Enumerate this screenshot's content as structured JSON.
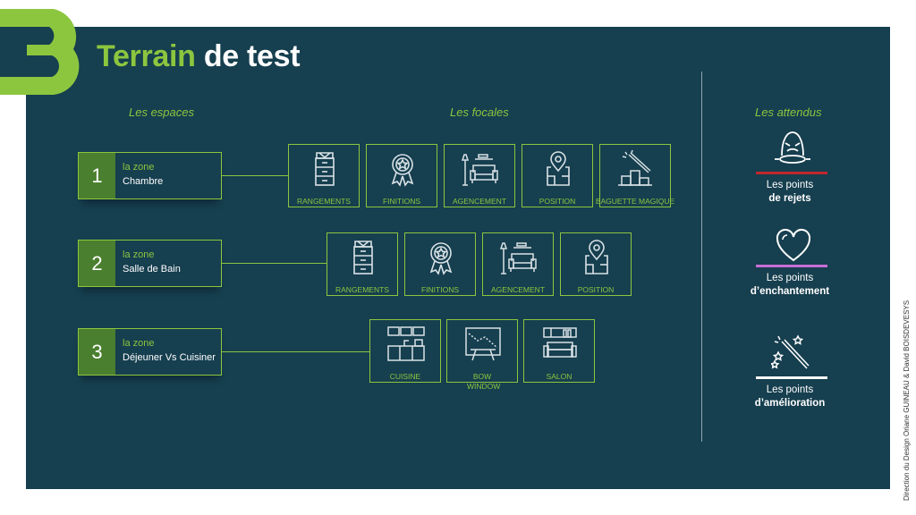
{
  "title": {
    "part1": "Terrain",
    "part2": "de test"
  },
  "headers": {
    "espaces": "Les espaces",
    "focales": "Les focales",
    "attendus": "Les attendus"
  },
  "zones": [
    {
      "number": "1",
      "label": "la zone",
      "name": "Chambre"
    },
    {
      "number": "2",
      "label": "la zone",
      "name": "Salle de Bain"
    },
    {
      "number": "3",
      "label": "la zone",
      "name": "Déjeuner Vs Cuisiner"
    }
  ],
  "focales": {
    "row1": [
      {
        "label": "RANGEMENTS",
        "icon": "wardrobe-icon"
      },
      {
        "label": "FINITIONS",
        "icon": "award-icon"
      },
      {
        "label": "AGENCEMENT",
        "icon": "sofa-lamp-icon"
      },
      {
        "label": "POSITION",
        "icon": "location-plan-icon"
      },
      {
        "label": "BAGUETTE MAGIQUE",
        "icon": "magic-wand-icon"
      }
    ],
    "row2": [
      {
        "label": "RANGEMENTS",
        "icon": "wardrobe-icon"
      },
      {
        "label": "FINITIONS",
        "icon": "award-icon"
      },
      {
        "label": "AGENCEMENT",
        "icon": "sofa-lamp-icon"
      },
      {
        "label": "POSITION",
        "icon": "location-plan-icon"
      }
    ],
    "row3": [
      {
        "label": "CUISINE",
        "icon": "kitchen-icon"
      },
      {
        "label": "BOW WINDOW",
        "icon": "window-table-icon"
      },
      {
        "label": "SALON",
        "icon": "living-room-icon"
      }
    ]
  },
  "attendus": [
    {
      "line1": "Les points",
      "line2": "de rejets",
      "icon": "disgusted-face-icon",
      "color": "#c1272d"
    },
    {
      "line1": "Les points",
      "line2": "d’enchantement",
      "icon": "heart-icon",
      "color": "#c86dd7"
    },
    {
      "line1": "Les points",
      "line2": "d’amélioration",
      "icon": "magic-wand-stars-icon",
      "color": "#ffffff"
    }
  ],
  "credit": "Direction du Design Oriane GUINEAU & David BOISDEVESYS",
  "colors": {
    "background": "#163f4f",
    "accent": "#8cc63f",
    "zone_number_bg": "#4a7f2f",
    "reject": "#c1272d",
    "enchant": "#c86dd7"
  }
}
